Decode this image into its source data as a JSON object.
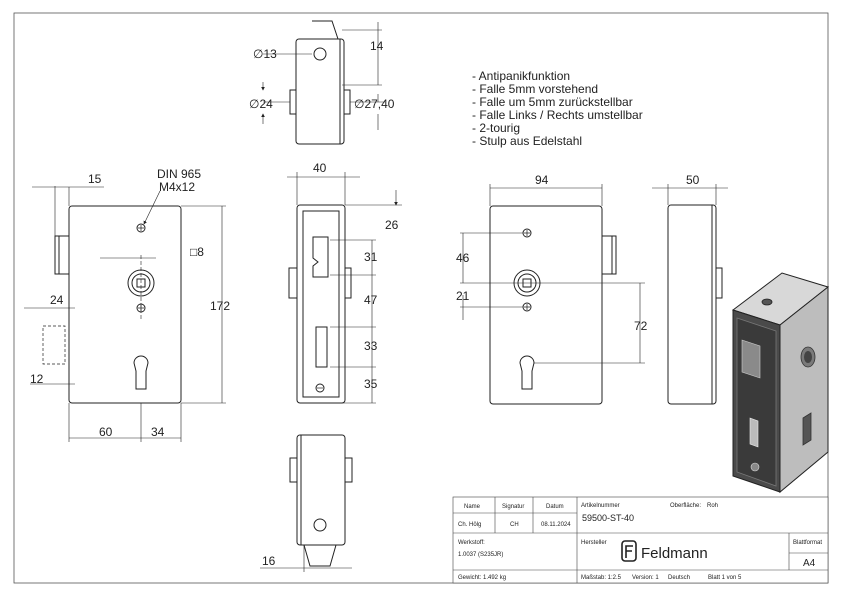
{
  "features": [
    "- Antipanikfunktion",
    "- Falle 5mm vorstehend",
    "- Falle um 5mm zurückstellbar",
    "- Falle Links / Rechts umstellbar",
    "- 2-tourig",
    "- Stulp aus Edelstahl"
  ],
  "dims": {
    "top": {
      "d13": "∅13",
      "d24": "∅24",
      "d2740": "∅27,40",
      "h14": "14"
    },
    "front": {
      "w15": "15",
      "din": "DIN 965",
      "screw": "M4x12",
      "sq": "□8",
      "h172": "172",
      "w24": "24",
      "h12": "12",
      "w60": "60",
      "w34": "34"
    },
    "side": {
      "w40": "40",
      "h26": "26",
      "h31": "31",
      "h47": "47",
      "h33": "33",
      "h35": "35",
      "w16": "16"
    },
    "back": {
      "w94": "94",
      "h46": "46",
      "h21": "21",
      "h72": "72"
    },
    "right": {
      "w50": "50"
    }
  },
  "title_block": {
    "h_name": "Name",
    "h_sign": "Signatur",
    "h_date": "Datum",
    "h_artnr": "Artikelnummer",
    "h_surface": "Oberfläche:",
    "surface": "Roh",
    "name": "Ch. Hölg",
    "sign": "CH",
    "date": "08.11.2024",
    "artnr": "59500-ST-40",
    "h_material": "Werkstoff:",
    "material": "1.0037 (S235JR)",
    "h_maker": "Hersteller",
    "maker": "Feldmann",
    "h_format": "Blattformat",
    "format": "A4",
    "weight": "Gewicht: 1.492 kg",
    "scale": "Maßstab: 1:2.5",
    "version": "Version: 1",
    "lang": "Deutsch",
    "sheet": "Blatt 1 von 5"
  }
}
